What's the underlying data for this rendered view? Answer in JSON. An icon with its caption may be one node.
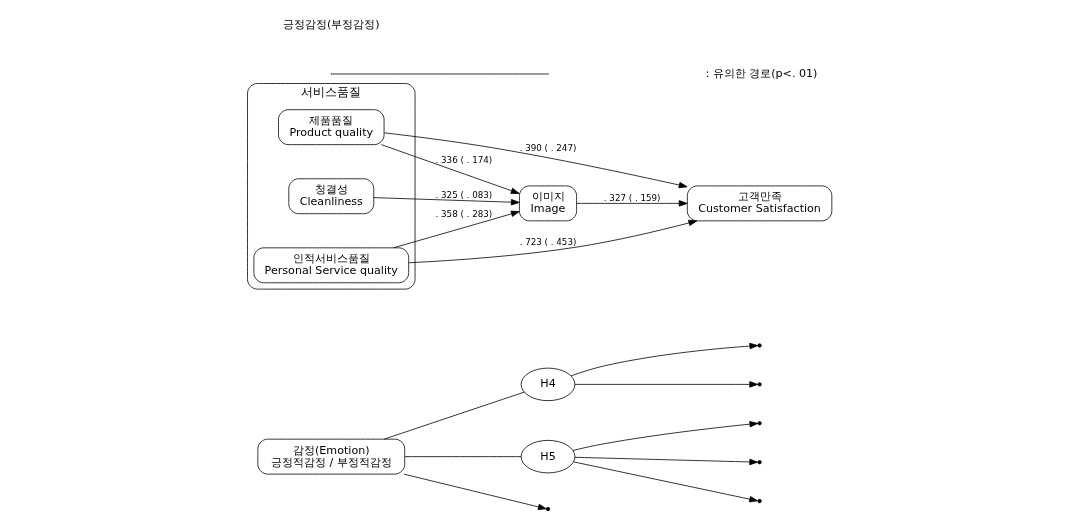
{
  "diagram": {
    "nodes": [
      {
        "text": [
          "감정(Emotion)",
          "긍정적감정 / 부정적감정"
        ]
      },
      {
        "text": [
          "서비스품질"
        ]
      },
      {
        "text": [
          "제품품질",
          "Product quality"
        ],
        "in": 1
      },
      {
        "text": [
          "인적서비스품질",
          "Personal Service quality"
        ],
        "in": 1
      },
      {
        "text": [
          "청결성",
          "Cleanliness"
        ],
        "in": 1
      },
      {
        "text": [
          "H4"
        ]
      },
      {
        "text": [
          "H5"
        ]
      },
      {
        "text": [
          "이미지",
          "Image"
        ]
      },
      {
        "text": [
          "고객만족",
          "Customer Satisfaction"
        ]
      }
    ],
    "edges": [
      {
        "from": 2,
        "to": 8,
        "arrow": "to",
        "label": ". 390 ( . 247)"
      },
      {
        "from": 2,
        "to": 7,
        "arrow": "to",
        "label": ". 336 ( . 174)"
      },
      {
        "from": 3,
        "to": 8,
        "arrow": "to",
        "label": ". 723 ( . 453)"
      },
      {
        "from": 3,
        "to": 7,
        "arrow": "to",
        "label": ". 358 ( . 283)"
      },
      {
        "from": 4,
        "to": 7,
        "arrow": "to",
        "label": ". 325 ( . 083)"
      },
      {
        "from": 7,
        "to": 8,
        "arrow": "to",
        "label": ". 327 ( . 159)"
      },
      {
        "from": 0,
        "to": 5,
        "arrow": "none"
      },
      {
        "from": 0,
        "to": 6,
        "arrow": "none"
      },
      {
        "from": 5,
        "to": null,
        "arrow": "to"
      },
      {
        "from": 5,
        "to": null,
        "arrow": "to"
      },
      {
        "from": 0,
        "to": null,
        "arrow": "to"
      },
      {
        "from": 6,
        "to": null,
        "arrow": "to"
      },
      {
        "from": 6,
        "to": null,
        "arrow": "to"
      },
      {
        "from": 6,
        "to": null,
        "arrow": "to"
      }
    ],
    "labels": [
      "긍정감정(부정감정)"
    ],
    "legend": [
      {
        "text": "：유의한 경로(p<. 01)"
      }
    ]
  }
}
